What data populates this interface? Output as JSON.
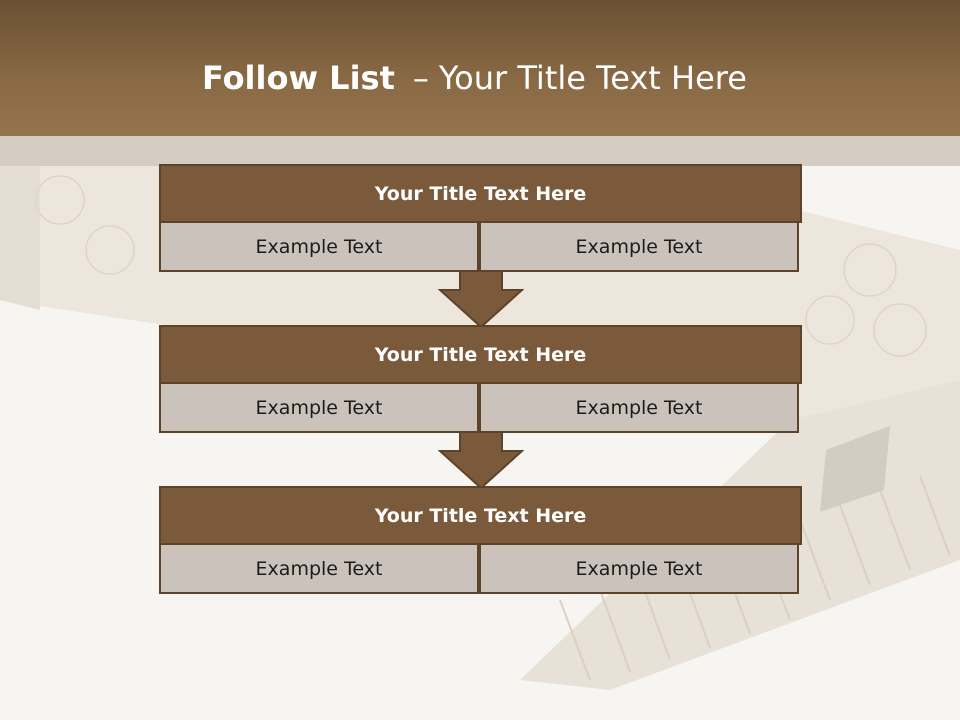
{
  "slide": {
    "title_bold": "Follow List",
    "title_separator": "–",
    "title_rest": "Your Title Text Here"
  },
  "blocks": [
    {
      "title": "Your Title Text Here",
      "left": "Example Text",
      "right": "Example Text"
    },
    {
      "title": "Your Title Text Here",
      "left": "Example Text",
      "right": "Example Text"
    },
    {
      "title": "Your Title Text Here",
      "left": "Example Text",
      "right": "Example Text"
    }
  ],
  "colors": {
    "header_brown": "#7a5a3b",
    "border_brown": "#5d432a",
    "cell_gray": "#cbc3bb",
    "background": "#f7f5f2"
  }
}
